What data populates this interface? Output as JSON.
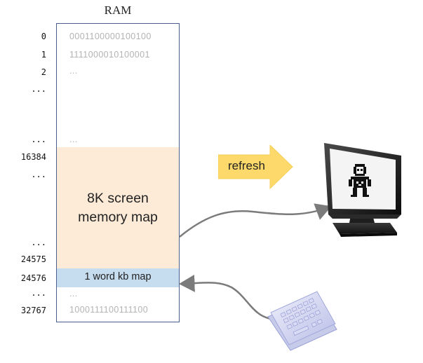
{
  "title": "RAM",
  "addresses": [
    "0",
    "1",
    "2",
    "...",
    "...",
    "16384",
    "...",
    "...",
    "24575",
    "24576",
    "...",
    "32767"
  ],
  "ram_words": [
    "0001100000100100",
    "1111000010100001",
    "...",
    "...",
    "...",
    "1000111100111100"
  ],
  "screen_map_label": [
    "8K screen",
    "memory map"
  ],
  "kb_map_label": "1 word kb map",
  "refresh_label": "refresh",
  "colors": {
    "screen_region": "#fdebd8",
    "kb_region": "#c6dcef",
    "refresh_arrow": "#fcd96a",
    "ram_border": "#4a5f8c"
  },
  "icons": [
    "monitor-icon",
    "keyboard-icon",
    "refresh-arrow-icon"
  ]
}
